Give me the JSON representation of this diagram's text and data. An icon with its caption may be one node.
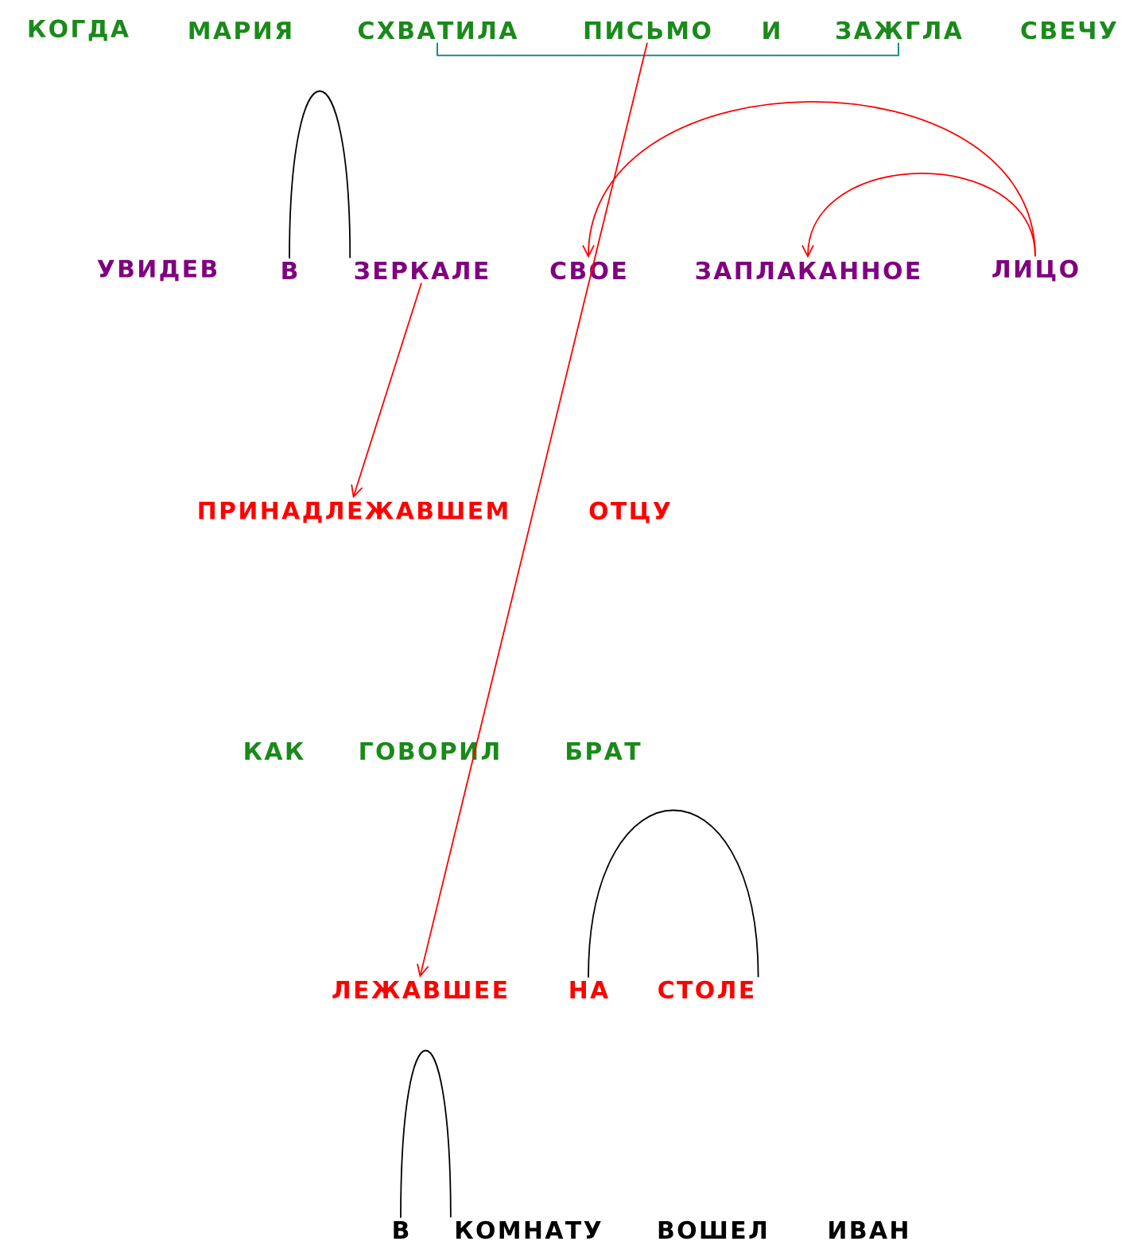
{
  "diagram": {
    "nodes": [
      {
        "text": [
          "КОГДА"
        ]
      },
      {
        "text": [
          "МАРИЯ"
        ]
      },
      {
        "text": [
          "СХВАТИЛА"
        ]
      },
      {
        "text": [
          "ПИСЬМО"
        ]
      },
      {
        "text": [
          "И"
        ]
      },
      {
        "text": [
          "ЗАЖГЛА"
        ]
      },
      {
        "text": [
          "СВЕЧУ"
        ]
      },
      {
        "text": [
          "УВИДЕВ"
        ]
      },
      {
        "text": [
          "В"
        ]
      },
      {
        "text": [
          "ЗЕРКАЛЕ"
        ]
      },
      {
        "text": [
          "СВОЕ"
        ]
      },
      {
        "text": [
          "ЗАПЛАКАННОЕ"
        ]
      },
      {
        "text": [
          "ЛИЦО"
        ]
      },
      {
        "text": [
          "ПРИНАДЛЕЖАВШЕМ"
        ]
      },
      {
        "text": [
          "ОТЦУ"
        ]
      },
      {
        "text": [
          "КАК"
        ]
      },
      {
        "text": [
          "ГОВОРИЛ"
        ]
      },
      {
        "text": [
          "БРАТ"
        ]
      },
      {
        "text": [
          "ЛЕЖАВШЕЕ"
        ]
      },
      {
        "text": [
          "НА"
        ]
      },
      {
        "text": [
          "СТОЛЕ"
        ]
      },
      {
        "text": [
          "В"
        ]
      },
      {
        "text": [
          "КОМНАТУ"
        ]
      },
      {
        "text": [
          "ВОШЕЛ"
        ]
      },
      {
        "text": [
          "ИВАН"
        ]
      }
    ],
    "edges": [
      {
        "from": 8,
        "to": 9,
        "arrow": "none",
        "color": "#000000"
      },
      {
        "from": 12,
        "to": 10,
        "arrow": "to"
      },
      {
        "from": 12,
        "to": 11,
        "arrow": "to"
      },
      {
        "from": 2,
        "to": 5,
        "arrow": "none",
        "color": "#008080"
      },
      {
        "from": 3,
        "to": 18,
        "arrow": "to"
      },
      {
        "from": 9,
        "to": 13,
        "arrow": "to"
      },
      {
        "from": 19,
        "to": 20,
        "arrow": "none",
        "color": "#000000"
      },
      {
        "from": 21,
        "to": 22,
        "arrow": "none",
        "color": "#000000"
      }
    ]
  }
}
